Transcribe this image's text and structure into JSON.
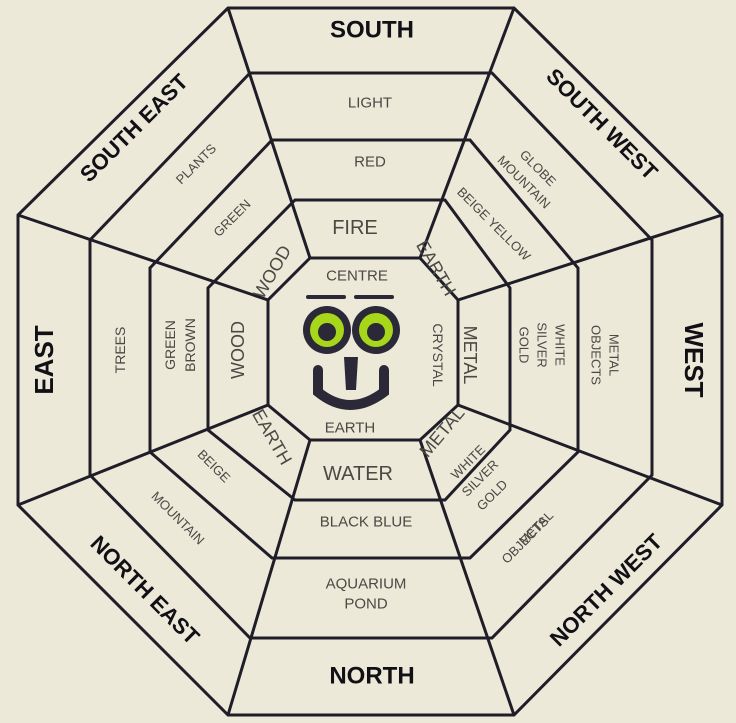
{
  "colors": {
    "background": "#ece9d9",
    "lines": "#1f1d28",
    "eyes": "#a6d71a",
    "face": "#2b2838",
    "text": "#3a3935"
  },
  "center": {
    "title": "CENTRE",
    "element": "EARTH",
    "icon": "smiley-face-icon"
  },
  "sectors": {
    "south": {
      "direction": "SOUTH",
      "element": "FIRE",
      "colour": [
        "RED"
      ],
      "object": [
        "LIGHT"
      ]
    },
    "south_west": {
      "direction": "SOUTH WEST",
      "element": "EARTH",
      "colour": [
        "BEIGE YELLOW"
      ],
      "object": [
        "GLOBE",
        "MOUNTAIN"
      ]
    },
    "west": {
      "direction": "WEST",
      "element": "METAL",
      "material": [
        "CRYSTAL"
      ],
      "colour": [
        "WHITE",
        "SILVER",
        "GOLD"
      ],
      "object": [
        "METAL",
        "OBJECTS"
      ]
    },
    "north_west": {
      "direction": "NORTH WEST",
      "element": "METAL",
      "colour": [
        "WHITE",
        "SILVER",
        "GOLD"
      ],
      "object": [
        "METAL",
        "OBJECTS"
      ]
    },
    "north": {
      "direction": "NORTH",
      "element": "WATER",
      "colour": [
        "BLACK BLUE"
      ],
      "object": [
        "AQUARIUM",
        "POND"
      ]
    },
    "north_east": {
      "direction": "NORTH EAST",
      "element": "EARTH",
      "colour": [
        "BEIGE"
      ],
      "object": [
        "MOUNTAIN"
      ]
    },
    "east": {
      "direction": "EAST",
      "element": "WOOD",
      "colour": [
        "GREEN",
        "BROWN"
      ],
      "object": [
        "TREES"
      ]
    },
    "south_east": {
      "direction": "SOUTH EAST",
      "element": "WOOD",
      "colour": [
        "GREEN"
      ],
      "object": [
        "PLANTS"
      ]
    }
  }
}
